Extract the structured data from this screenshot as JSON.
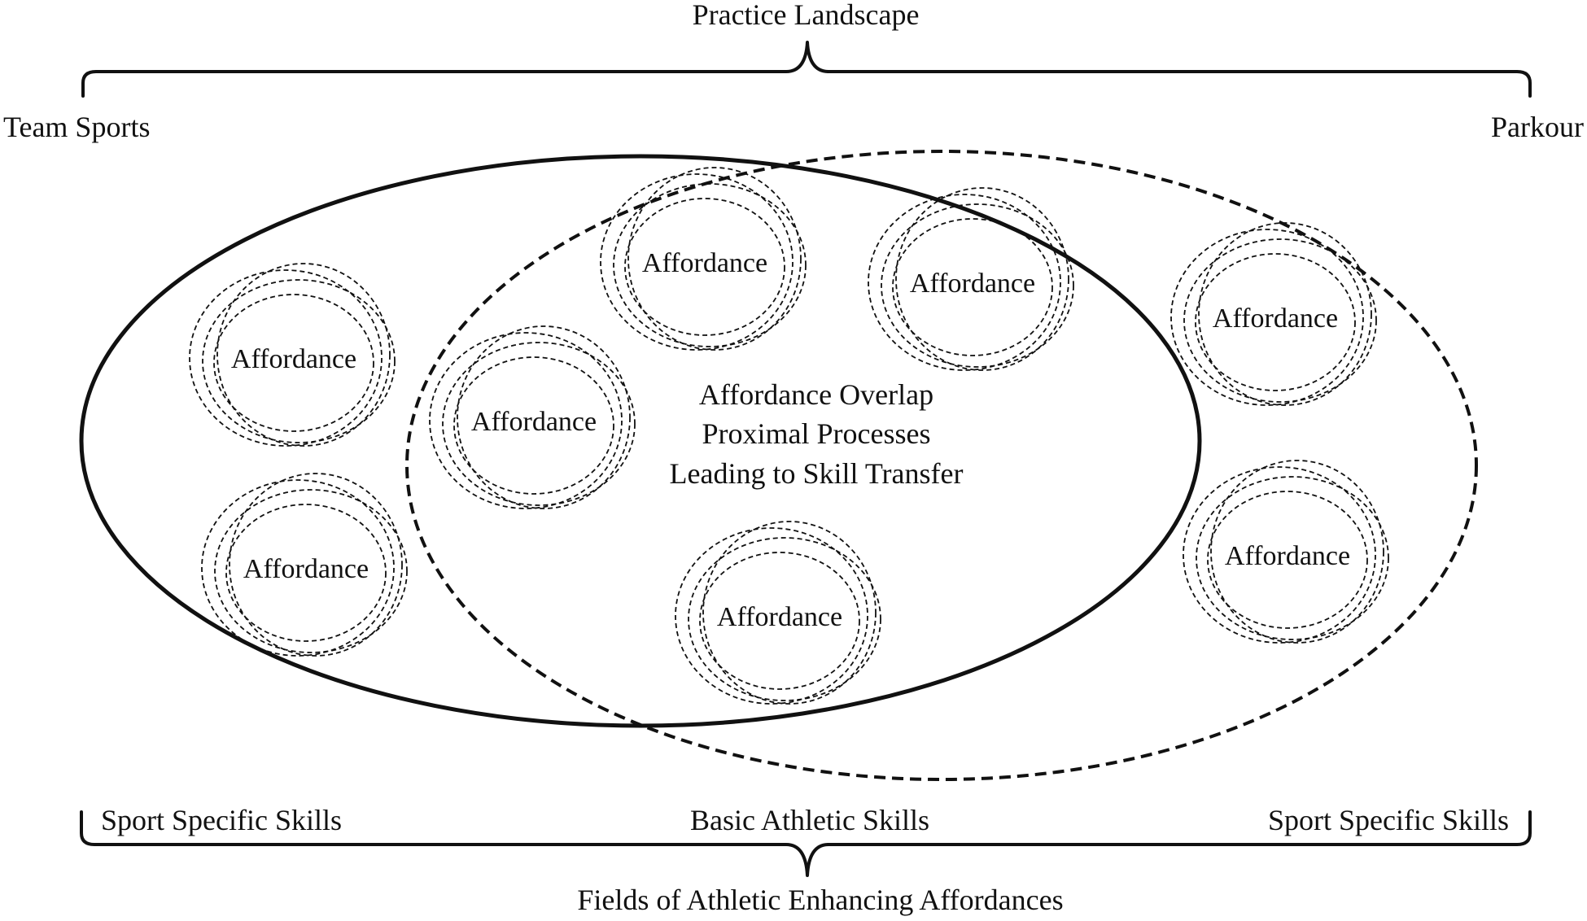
{
  "top_bracket": {
    "label": "Practice Landscape"
  },
  "side_labels": {
    "left": "Team Sports",
    "right": "Parkour"
  },
  "center_text": {
    "lines": [
      "Affordance Overlap",
      "Proximal Processes",
      "Leading to Skill Transfer"
    ]
  },
  "affordances": [
    {
      "label": "Affordance"
    },
    {
      "label": "Affordance"
    },
    {
      "label": "Affordance"
    },
    {
      "label": "Affordance"
    },
    {
      "label": "Affordance"
    },
    {
      "label": "Affordance"
    },
    {
      "label": "Affordance"
    },
    {
      "label": "Affordance"
    }
  ],
  "bottom_bracket": {
    "left": "Sport Specific Skills",
    "center": "Basic Athletic Skills",
    "right": "Sport Specific Skills",
    "label": "Fields of Athletic Enhancing Affordances"
  }
}
